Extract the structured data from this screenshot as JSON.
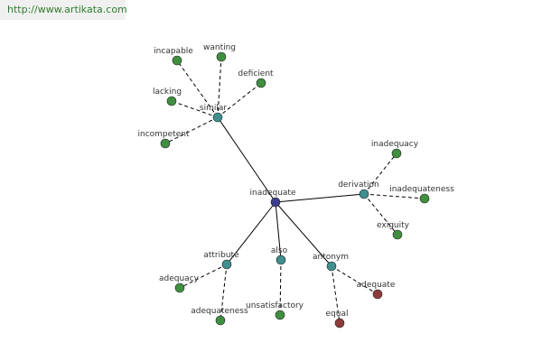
{
  "header": {
    "site_url": "http://www.artikata.com"
  },
  "colors": {
    "root": "#3d3d8f",
    "relation": "#3f8f8f",
    "word": "#3f8f3f",
    "antonym_word": "#8f3a3a",
    "edge": "#000000"
  },
  "graph": {
    "root": {
      "id": "inadequate",
      "label": "inadequate"
    },
    "relations": [
      {
        "id": "similar",
        "label": "similar",
        "words": [
          {
            "id": "incapable",
            "label": "incapable",
            "type": "word"
          },
          {
            "id": "wanting",
            "label": "wanting",
            "type": "word"
          },
          {
            "id": "deficient",
            "label": "deficient",
            "type": "word"
          },
          {
            "id": "lacking",
            "label": "lacking",
            "type": "word"
          },
          {
            "id": "incompetent",
            "label": "incompetent",
            "type": "word"
          }
        ]
      },
      {
        "id": "derivation",
        "label": "derivation",
        "words": [
          {
            "id": "inadequacy",
            "label": "inadequacy",
            "type": "word"
          },
          {
            "id": "inadequateness",
            "label": "inadequateness",
            "type": "word"
          },
          {
            "id": "exiguity",
            "label": "exiguity",
            "type": "word"
          }
        ]
      },
      {
        "id": "attribute",
        "label": "attribute",
        "words": [
          {
            "id": "adequacy",
            "label": "adequacy",
            "type": "word"
          },
          {
            "id": "adequateness",
            "label": "adequateness",
            "type": "word"
          }
        ]
      },
      {
        "id": "also",
        "label": "also",
        "words": [
          {
            "id": "unsatisfactory",
            "label": "unsatisfactory",
            "type": "word"
          }
        ]
      },
      {
        "id": "antonym",
        "label": "antonym",
        "words": [
          {
            "id": "adequate",
            "label": "adequate",
            "type": "antonym_word"
          },
          {
            "id": "equal",
            "label": "equal",
            "type": "antonym_word"
          }
        ]
      }
    ]
  }
}
